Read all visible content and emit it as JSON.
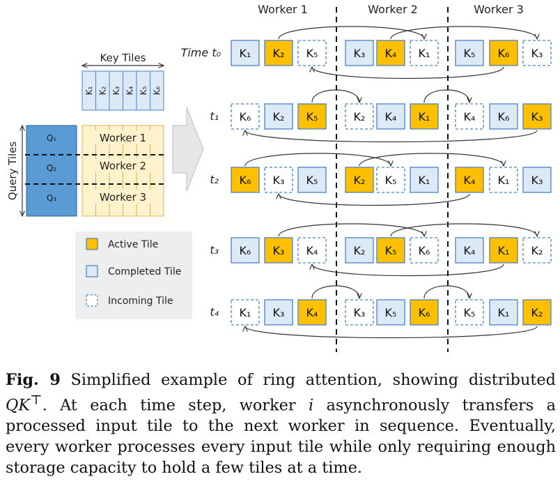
{
  "colors": {
    "active": "#ffc000",
    "completed": "#dce9f7",
    "tile_border": "#4a80c4",
    "query": "#5b9bd5",
    "query_border": "#2e5f91",
    "result": "#fff2cc",
    "result_border": "#d9b650",
    "key_header": "#dce9f7",
    "legend_bg": "#eeeeee",
    "arrow": "#d9d9d9",
    "line": "#333333"
  },
  "workers": [
    "Worker 1",
    "Worker 2",
    "Worker 3"
  ],
  "timeline": [
    {
      "time": "Time t₀",
      "w": [
        [
          [
            "K₁",
            "completed"
          ],
          [
            "K₂",
            "active"
          ],
          [
            "K₅",
            "incoming"
          ]
        ],
        [
          [
            "K₃",
            "completed"
          ],
          [
            "K₄",
            "active"
          ],
          [
            "K₁",
            "incoming"
          ]
        ],
        [
          [
            "K₅",
            "completed"
          ],
          [
            "K₆",
            "active"
          ],
          [
            "K₃",
            "incoming"
          ]
        ]
      ]
    },
    {
      "time": "t₁",
      "w": [
        [
          [
            "K₆",
            "incoming"
          ],
          [
            "K₂",
            "completed"
          ],
          [
            "K₅",
            "active"
          ]
        ],
        [
          [
            "K₂",
            "incoming"
          ],
          [
            "K₄",
            "completed"
          ],
          [
            "K₁",
            "active"
          ]
        ],
        [
          [
            "K₄",
            "incoming"
          ],
          [
            "K₆",
            "completed"
          ],
          [
            "K₃",
            "active"
          ]
        ]
      ]
    },
    {
      "time": "t₂",
      "w": [
        [
          [
            "K₆",
            "active"
          ],
          [
            "K₃",
            "incoming"
          ],
          [
            "K₅",
            "completed"
          ]
        ],
        [
          [
            "K₂",
            "active"
          ],
          [
            "K₅",
            "incoming"
          ],
          [
            "K₁",
            "completed"
          ]
        ],
        [
          [
            "K₄",
            "active"
          ],
          [
            "K₁",
            "incoming"
          ],
          [
            "K₃",
            "completed"
          ]
        ]
      ]
    },
    {
      "time": "t₃",
      "w": [
        [
          [
            "K₆",
            "completed"
          ],
          [
            "K₃",
            "active"
          ],
          [
            "K₄",
            "incoming"
          ]
        ],
        [
          [
            "K₂",
            "completed"
          ],
          [
            "K₅",
            "active"
          ],
          [
            "K₆",
            "incoming"
          ]
        ],
        [
          [
            "K₄",
            "completed"
          ],
          [
            "K₁",
            "active"
          ],
          [
            "K₂",
            "incoming"
          ]
        ]
      ]
    },
    {
      "time": "t₄",
      "w": [
        [
          [
            "K₁",
            "incoming"
          ],
          [
            "K₃",
            "completed"
          ],
          [
            "K₄",
            "active"
          ]
        ],
        [
          [
            "K₃",
            "incoming"
          ],
          [
            "K₅",
            "completed"
          ],
          [
            "K₆",
            "active"
          ]
        ],
        [
          [
            "K₅",
            "incoming"
          ],
          [
            "K₁",
            "completed"
          ],
          [
            "K₂",
            "active"
          ]
        ]
      ]
    }
  ],
  "matrix": {
    "key_tiles_label": "Key Tiles",
    "query_tiles_label": "Query Tiles",
    "keys": [
      "K₁",
      "K₂",
      "K₃",
      "K₄",
      "K₅",
      "K₆"
    ],
    "queries": [
      "Q₁",
      "Q₂",
      "Q₃"
    ],
    "workers": [
      "Worker 1",
      "Worker 2",
      "Worker 3"
    ]
  },
  "legend": [
    {
      "kind": "active",
      "label": "Active Tile"
    },
    {
      "kind": "completed",
      "label": "Completed Tile"
    },
    {
      "kind": "incoming",
      "label": "Incoming Tile"
    }
  ],
  "caption": {
    "fig": "Fig. 9",
    "text_a": "Simplified example of ring attention, showing distributed ",
    "math_qk": "QK",
    "sup": "⊤",
    "text_b": ". At each time step, worker ",
    "math_i": "i",
    "text_c": " asynchronously transfers a processed input tile to the next worker in sequence. Eventually, every worker processes every input tile while only requiring enough storage capacity to hold a few tiles at a time."
  }
}
